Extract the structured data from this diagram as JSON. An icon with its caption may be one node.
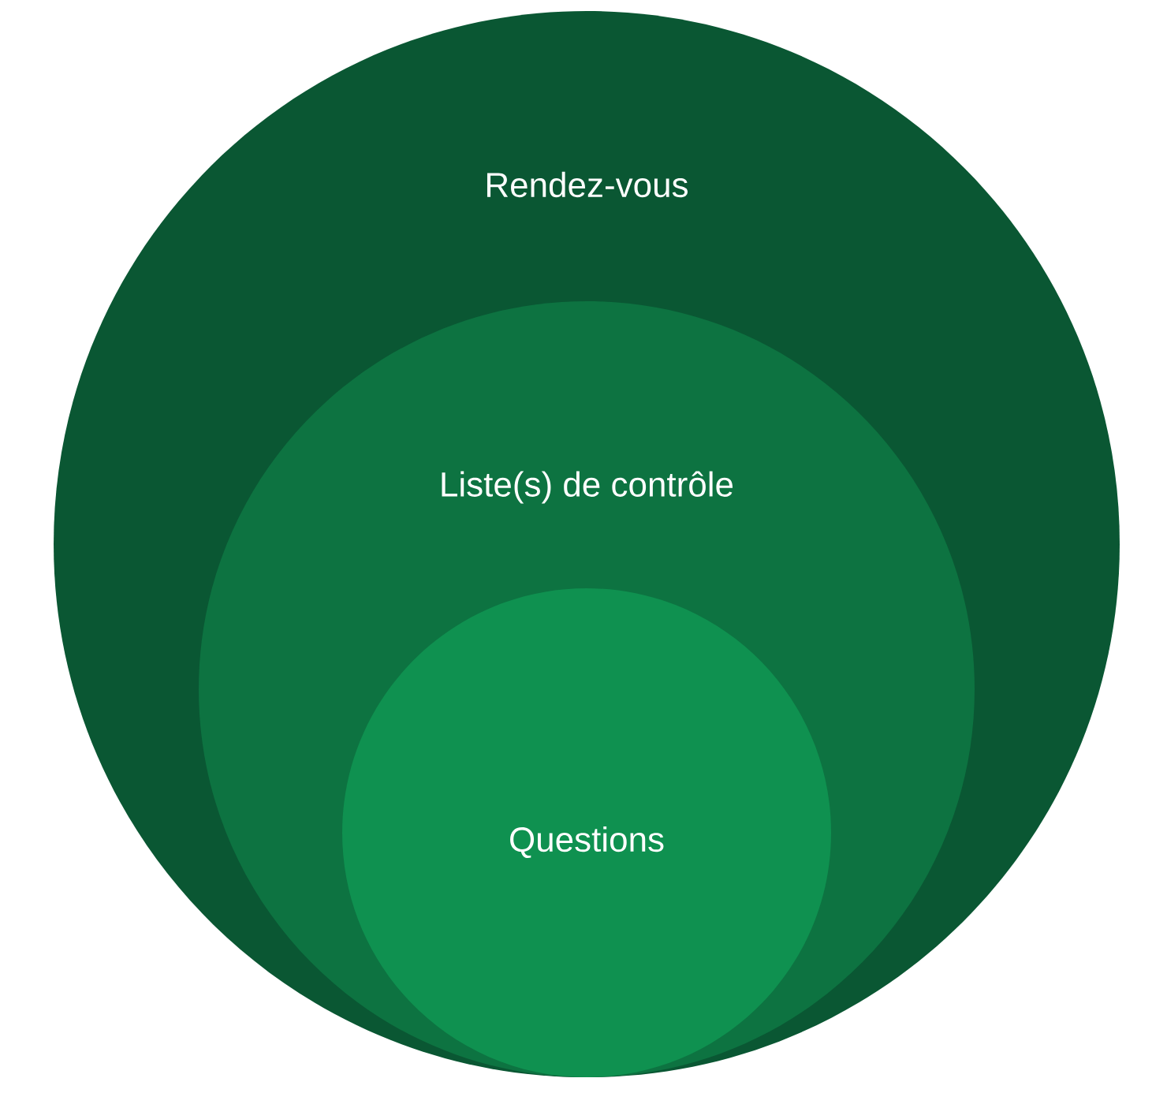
{
  "diagram": {
    "nodes": [
      {
        "text": [
          "Rendez-vous"
        ]
      },
      {
        "text": [
          "Liste(s) de contrôle"
        ],
        "in": 0
      },
      {
        "text": [
          "Questions"
        ],
        "in": 1
      }
    ]
  }
}
